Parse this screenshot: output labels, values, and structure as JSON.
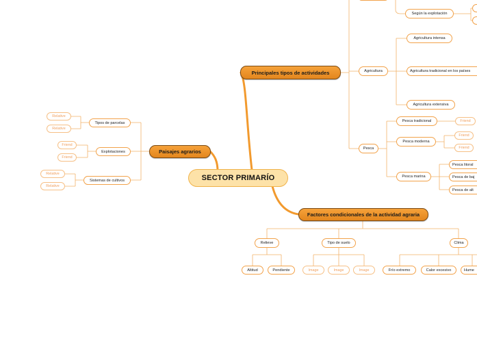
{
  "root": {
    "label": "SECTOR PRIMARÍO"
  },
  "paisajes": {
    "label": "Paisajes agrarios",
    "parcelas": {
      "label": "Tipos de parcelas",
      "children": [
        "Relative",
        "Relative"
      ]
    },
    "explotaciones": {
      "label": "Explotaciones",
      "children": [
        "Friend",
        "Friend"
      ]
    },
    "sistemas": {
      "label": "Sistemas de cultivos",
      "children": [
        "Relative",
        "Relative"
      ]
    }
  },
  "principales": {
    "label": "Principales tipos de actividades",
    "segun": {
      "label": "Según la explotación"
    },
    "agricultura": {
      "label": "Agricultura",
      "children": [
        "Agricultura intensa",
        "Agricultura tradicional en los países",
        "Agricultura extensiva"
      ]
    },
    "pesca": {
      "label": "Pesca",
      "tradicional": {
        "label": "Pesca tradicional",
        "children": [
          "Friend"
        ]
      },
      "moderna": {
        "label": "Pesca moderna",
        "children": [
          "Friend",
          "Friend"
        ]
      },
      "marina": {
        "label": "Pesca marina",
        "children": [
          "Pesca litoral",
          "Pesca de baj",
          "Pesca de alt"
        ]
      }
    }
  },
  "factores": {
    "label": "Factores condicionales de la actividad agraria",
    "relieve": {
      "label": "Relieve",
      "children": [
        "Altitud",
        "Pendiente"
      ]
    },
    "suelo": {
      "label": "Tipo de suelo",
      "children": [
        "Image",
        "Image",
        "Image"
      ]
    },
    "clima": {
      "label": "Clima",
      "children": [
        "Frío extremo",
        "Calor excesivo",
        "Hume"
      ]
    }
  },
  "colors": {
    "connector": "#f2b36a",
    "connector_main": "#f29a2e",
    "accent": "#e8861e",
    "root_fill": "#fde2a8"
  }
}
